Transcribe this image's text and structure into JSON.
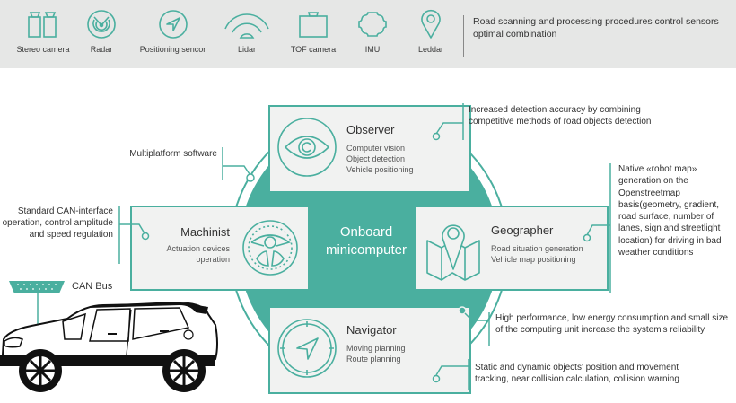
{
  "colors": {
    "accent": "#4aaf9f",
    "topbar_bg": "#e6e7e6",
    "card_bg": "#f1f2f1",
    "text": "#333333"
  },
  "sensors": [
    {
      "label": "Stereo camera",
      "icon": "stereo-camera-icon"
    },
    {
      "label": "Radar",
      "icon": "radar-icon"
    },
    {
      "label": "Positioning sencor",
      "icon": "navigation-arrow-icon"
    },
    {
      "label": "Lidar",
      "icon": "lidar-waves-icon"
    },
    {
      "label": "TOF camera",
      "icon": "tof-camera-icon"
    },
    {
      "label": "IMU",
      "icon": "imu-icon"
    },
    {
      "label": "Leddar",
      "icon": "location-pin-icon"
    }
  ],
  "top_note": "Road scanning and processing procedures control sensors optimal combination",
  "center": {
    "line1": "Onboard",
    "line2": "minicomputer"
  },
  "modules": {
    "observer": {
      "title": "Observer",
      "items": [
        "Computer vision",
        "Object detection",
        "Vehicle positioning"
      ],
      "icon": "eye-icon"
    },
    "machinist": {
      "title": "Machinist",
      "items": [
        "Actuation devices",
        "operation"
      ],
      "icon": "steering-wheel-icon"
    },
    "geographer": {
      "title": "Geographer",
      "items": [
        "Road situation generation",
        "Vehicle map positioning"
      ],
      "icon": "map-pin-icon"
    },
    "navigator": {
      "title": "Navigator",
      "items": [
        "Moving planning",
        "Route planning"
      ],
      "icon": "compass-icon"
    }
  },
  "notes": {
    "observer": "Increased detection accuracy by combining competitive methods of road objects detection",
    "multiplatform": "Multiplatform software",
    "machinist": "Standard CAN-interface operation, control amplitude and speed regulation",
    "geographer": "Native «robot map» generation on the Openstreetmap basis(geometry, gradient, road surface, number of lanes, sign and streetlight location) for driving in bad weather conditions",
    "performance": "High performance, low energy consumption and small size of the computing unit increase the system's reliability",
    "navigator": "Static and dynamic objects' position and movement tracking, near collision calculation, collision warning"
  },
  "can_bus": {
    "label": "CAN Bus"
  }
}
